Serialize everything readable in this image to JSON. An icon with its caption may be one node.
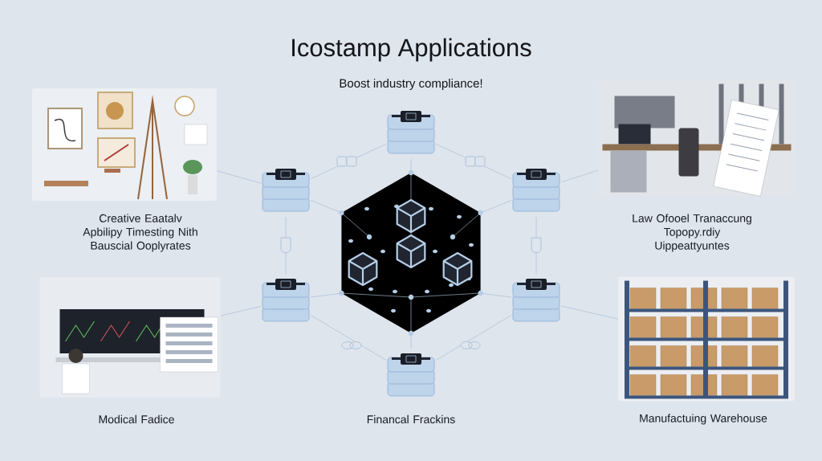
{
  "diagram": {
    "title": "Icostamp Applications",
    "nodes": [
      {
        "text": [],
        "shape": "picture",
        "beside": [
          "Creative Eaatalv Apbilipy Timesting Nith Bauscial Ooplyrates"
        ]
      },
      {
        "text": [],
        "shape": "picture"
      },
      {
        "text": [],
        "shape": "picture",
        "beside": [
          "Law Ofooel Tranaccung Topopy.rdiy Uippeattyuntes"
        ]
      },
      {
        "text": [],
        "shape": "picture"
      },
      {
        "text": [],
        "shape": "picture"
      },
      {
        "text": [],
        "shape": "hexagon"
      },
      {
        "text": [],
        "shape": "picture"
      },
      {
        "text": [],
        "shape": "picture"
      },
      {
        "text": [],
        "shape": "picture",
        "beside": [
          "Modical Fadice"
        ]
      },
      {
        "text": [],
        "shape": "picture",
        "beside": [
          "Financal Frackins"
        ]
      },
      {
        "text": [],
        "shape": "picture",
        "beside": [
          "Manufactuing Warehouse"
        ]
      }
    ],
    "edges": [
      {
        "from": 1,
        "to": 3,
        "arrow": "none"
      },
      {
        "from": 1,
        "to": 4,
        "arrow": "none"
      },
      {
        "from": 3,
        "to": 6,
        "arrow": "none"
      },
      {
        "from": 4,
        "to": 7,
        "arrow": "none"
      },
      {
        "from": 6,
        "to": 9,
        "arrow": "none"
      },
      {
        "from": 7,
        "to": 9,
        "arrow": "none"
      },
      {
        "from": 1,
        "to": 5,
        "arrow": "none"
      },
      {
        "from": 3,
        "to": 5,
        "arrow": "none"
      },
      {
        "from": 4,
        "to": 5,
        "arrow": "none"
      },
      {
        "from": 6,
        "to": 5,
        "arrow": "none"
      },
      {
        "from": 7,
        "to": 5,
        "arrow": "none"
      },
      {
        "from": 9,
        "to": 5,
        "arrow": "none"
      },
      {
        "from": 0,
        "to": 3,
        "arrow": "none"
      },
      {
        "from": 2,
        "to": 4,
        "arrow": "none"
      },
      {
        "from": 8,
        "to": 6,
        "arrow": "none"
      },
      {
        "from": 10,
        "to": 7,
        "arrow": "none"
      }
    ],
    "labels": [
      "Boost industry compliance!"
    ]
  }
}
